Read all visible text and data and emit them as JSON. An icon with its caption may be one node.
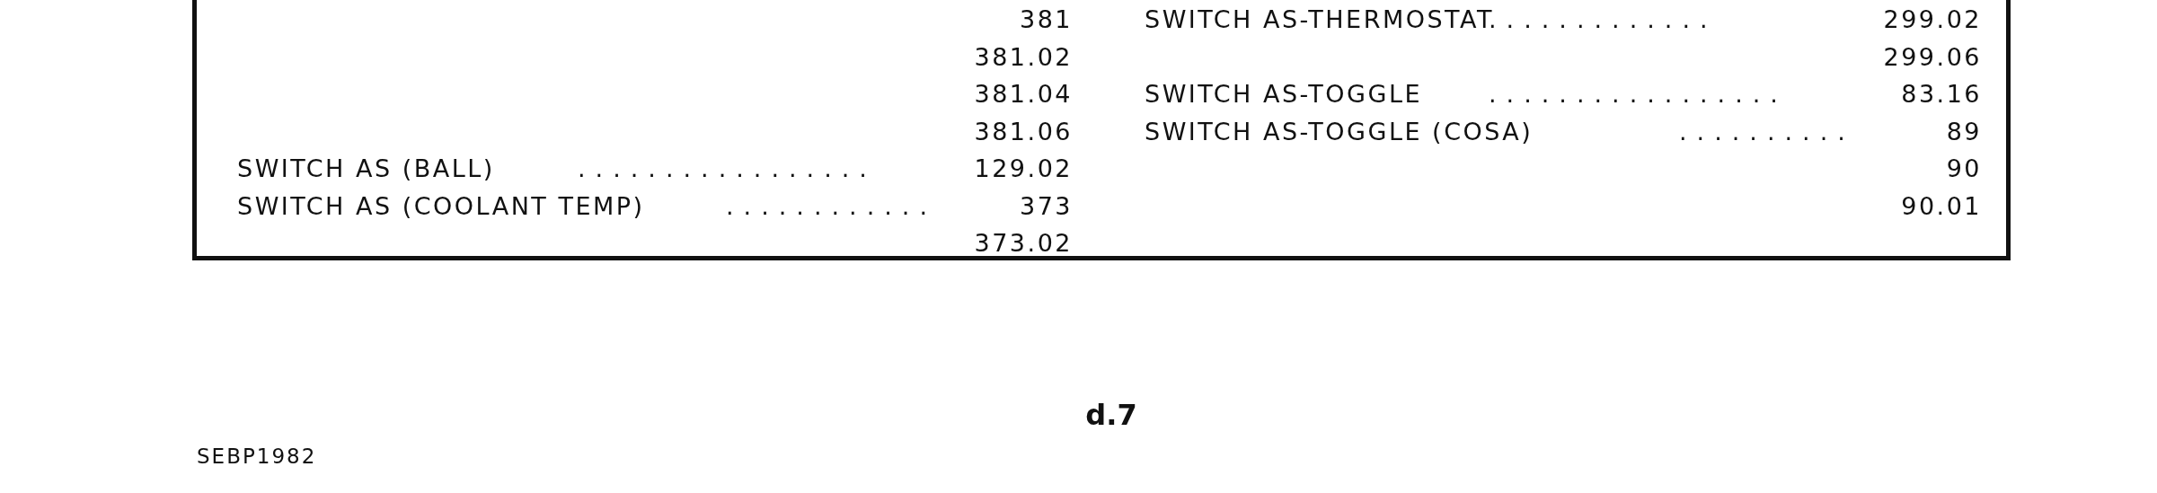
{
  "diagram": {
    "labels": [
      "381",
      "SWITCH AS-THERMOSTAT",
      ".............",
      "299.02",
      "381.02",
      "299.06",
      "381.04",
      "SWITCH AS-TOGGLE",
      ".................",
      "83.16",
      "381.06",
      "SWITCH AS-TOGGLE (COSA)",
      "..........",
      "89",
      "SWITCH AS (BALL)",
      ".................",
      "129.02",
      "90",
      "SWITCH AS (COOLANT TEMP)",
      "............",
      "373",
      "90.01",
      "373.02",
      "d.7",
      "SEBP1982"
    ]
  }
}
